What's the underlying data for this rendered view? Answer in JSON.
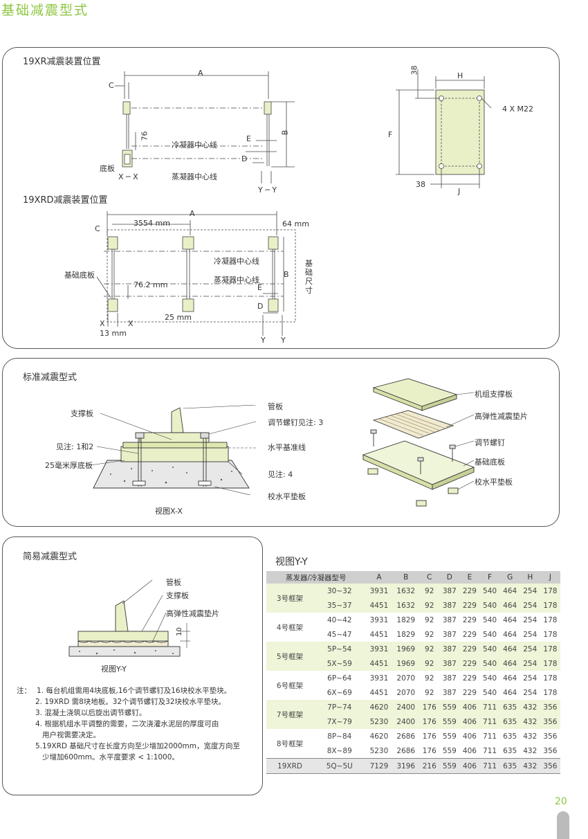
{
  "page_title": "基础减震型式",
  "page_number": "20",
  "panel1": {
    "title_xr": "19XR减震装置位置",
    "title_xrd": "19XRD减震装置位置",
    "xr": {
      "A": "A",
      "B": "B",
      "C": "C",
      "D": "D",
      "E": "E",
      "dim76": "76",
      "base_plate": "底板",
      "xx": "X  ─  X",
      "yy": "Y  ─  Y",
      "condenser_cl": "冷凝器中心线",
      "evaporator_cl": "蒸凝器中心线"
    },
    "xrd": {
      "A": "A",
      "B": "B",
      "C": "C",
      "D": "D",
      "E": "E",
      "dim3554": "3554 mm",
      "dim64": "64 mm",
      "dim762": "76.2 mm",
      "dim25": "25 mm",
      "dim13": "13 mm",
      "base_plate": "基础底板",
      "foundation_size": "基础尺寸",
      "condenser_cl": "冷凝器中心线",
      "evaporator_cl": "蒸凝器中心线",
      "x1": "X",
      "x2": "X",
      "y1": "Y",
      "y2": "Y"
    },
    "plate": {
      "H": "H",
      "F": "F",
      "J": "J",
      "dim38_top": "38",
      "dim38_left": "38",
      "bolt": "4 X M22"
    }
  },
  "panel2": {
    "title": "标准减震型式",
    "support_plate": "支撑板",
    "tube_sheet": "管板",
    "adjust_screw": "调节螺钉见注: 3",
    "see_note12": "见注: 1和2",
    "level_line": "水平基准线",
    "base25": "25毫米厚底板",
    "see_note4": "见注: 4",
    "level_pad": "校水平垫板",
    "view_xx": "视图X-X",
    "exp_unit_plate": "机组支撑板",
    "exp_pad": "高弹性减震垫片",
    "exp_screw": "调节螺钉",
    "exp_base": "基础底板",
    "exp_level": "校水平垫板"
  },
  "panel3": {
    "title": "简易减震型式",
    "tube_sheet": "管板",
    "support_plate": "支撑板",
    "pad": "高弹性减震垫片",
    "dim10": "10",
    "view_yy": "视图Y-Y"
  },
  "notes": {
    "label": "注：",
    "items": [
      "1. 每台机组需用4块底板,16个调节螺钉及16块校水平垫块。",
      "2. 19XRD 需8块地板。32个调节螺钉及32块校水平垫块。",
      "3. 混凝土浇筑以后旋出调节螺钉。",
      "4. 根据机组水平调整的需要，二次浇灌水泥层的厚度可由",
      "   用户视需要决定。",
      "5.19XRD 基础尺寸在长度方向至少增加2000mm，宽度方向至",
      "   少增加600mm。水平度要求 < 1:1000。"
    ]
  },
  "table": {
    "caption": "视图Y-Y",
    "headers": [
      "蒸发器/冷凝器型号",
      "A",
      "B",
      "C",
      "D",
      "E",
      "F",
      "G",
      "H",
      "J"
    ],
    "groups": [
      {
        "frame": "3号框架",
        "green": true,
        "rows": [
          [
            "30~32",
            "3931",
            "1632",
            "92",
            "387",
            "229",
            "540",
            "464",
            "254",
            "178"
          ],
          [
            "35~37",
            "4451",
            "1632",
            "92",
            "387",
            "229",
            "540",
            "464",
            "254",
            "178"
          ]
        ]
      },
      {
        "frame": "4号框架",
        "green": false,
        "rows": [
          [
            "40~42",
            "3931",
            "1829",
            "92",
            "387",
            "229",
            "540",
            "464",
            "254",
            "178"
          ],
          [
            "45~47",
            "4451",
            "1829",
            "92",
            "387",
            "229",
            "540",
            "464",
            "254",
            "178"
          ]
        ]
      },
      {
        "frame": "5号框架",
        "green": true,
        "rows": [
          [
            "5P~54",
            "3931",
            "1969",
            "92",
            "387",
            "229",
            "540",
            "464",
            "254",
            "178"
          ],
          [
            "5X~59",
            "4451",
            "1969",
            "92",
            "387",
            "229",
            "540",
            "464",
            "254",
            "178"
          ]
        ]
      },
      {
        "frame": "6号框架",
        "green": false,
        "rows": [
          [
            "6P~64",
            "3931",
            "2070",
            "92",
            "387",
            "229",
            "540",
            "464",
            "254",
            "178"
          ],
          [
            "6X~69",
            "4451",
            "2070",
            "92",
            "387",
            "229",
            "540",
            "464",
            "254",
            "178"
          ]
        ]
      },
      {
        "frame": "7号框架",
        "green": true,
        "rows": [
          [
            "7P~74",
            "4620",
            "2400",
            "176",
            "559",
            "406",
            "711",
            "635",
            "432",
            "356"
          ],
          [
            "7X~79",
            "5230",
            "2400",
            "176",
            "559",
            "406",
            "711",
            "635",
            "432",
            "356"
          ]
        ]
      },
      {
        "frame": "8号框架",
        "green": false,
        "rows": [
          [
            "8P~84",
            "4620",
            "2686",
            "176",
            "559",
            "406",
            "711",
            "635",
            "432",
            "356"
          ],
          [
            "8X~89",
            "5230",
            "2686",
            "176",
            "559",
            "406",
            "711",
            "635",
            "432",
            "356"
          ]
        ]
      }
    ],
    "last": [
      "19XRD",
      "5Q~5U",
      "7129",
      "3196",
      "216",
      "559",
      "406",
      "711",
      "635",
      "432",
      "356"
    ]
  }
}
